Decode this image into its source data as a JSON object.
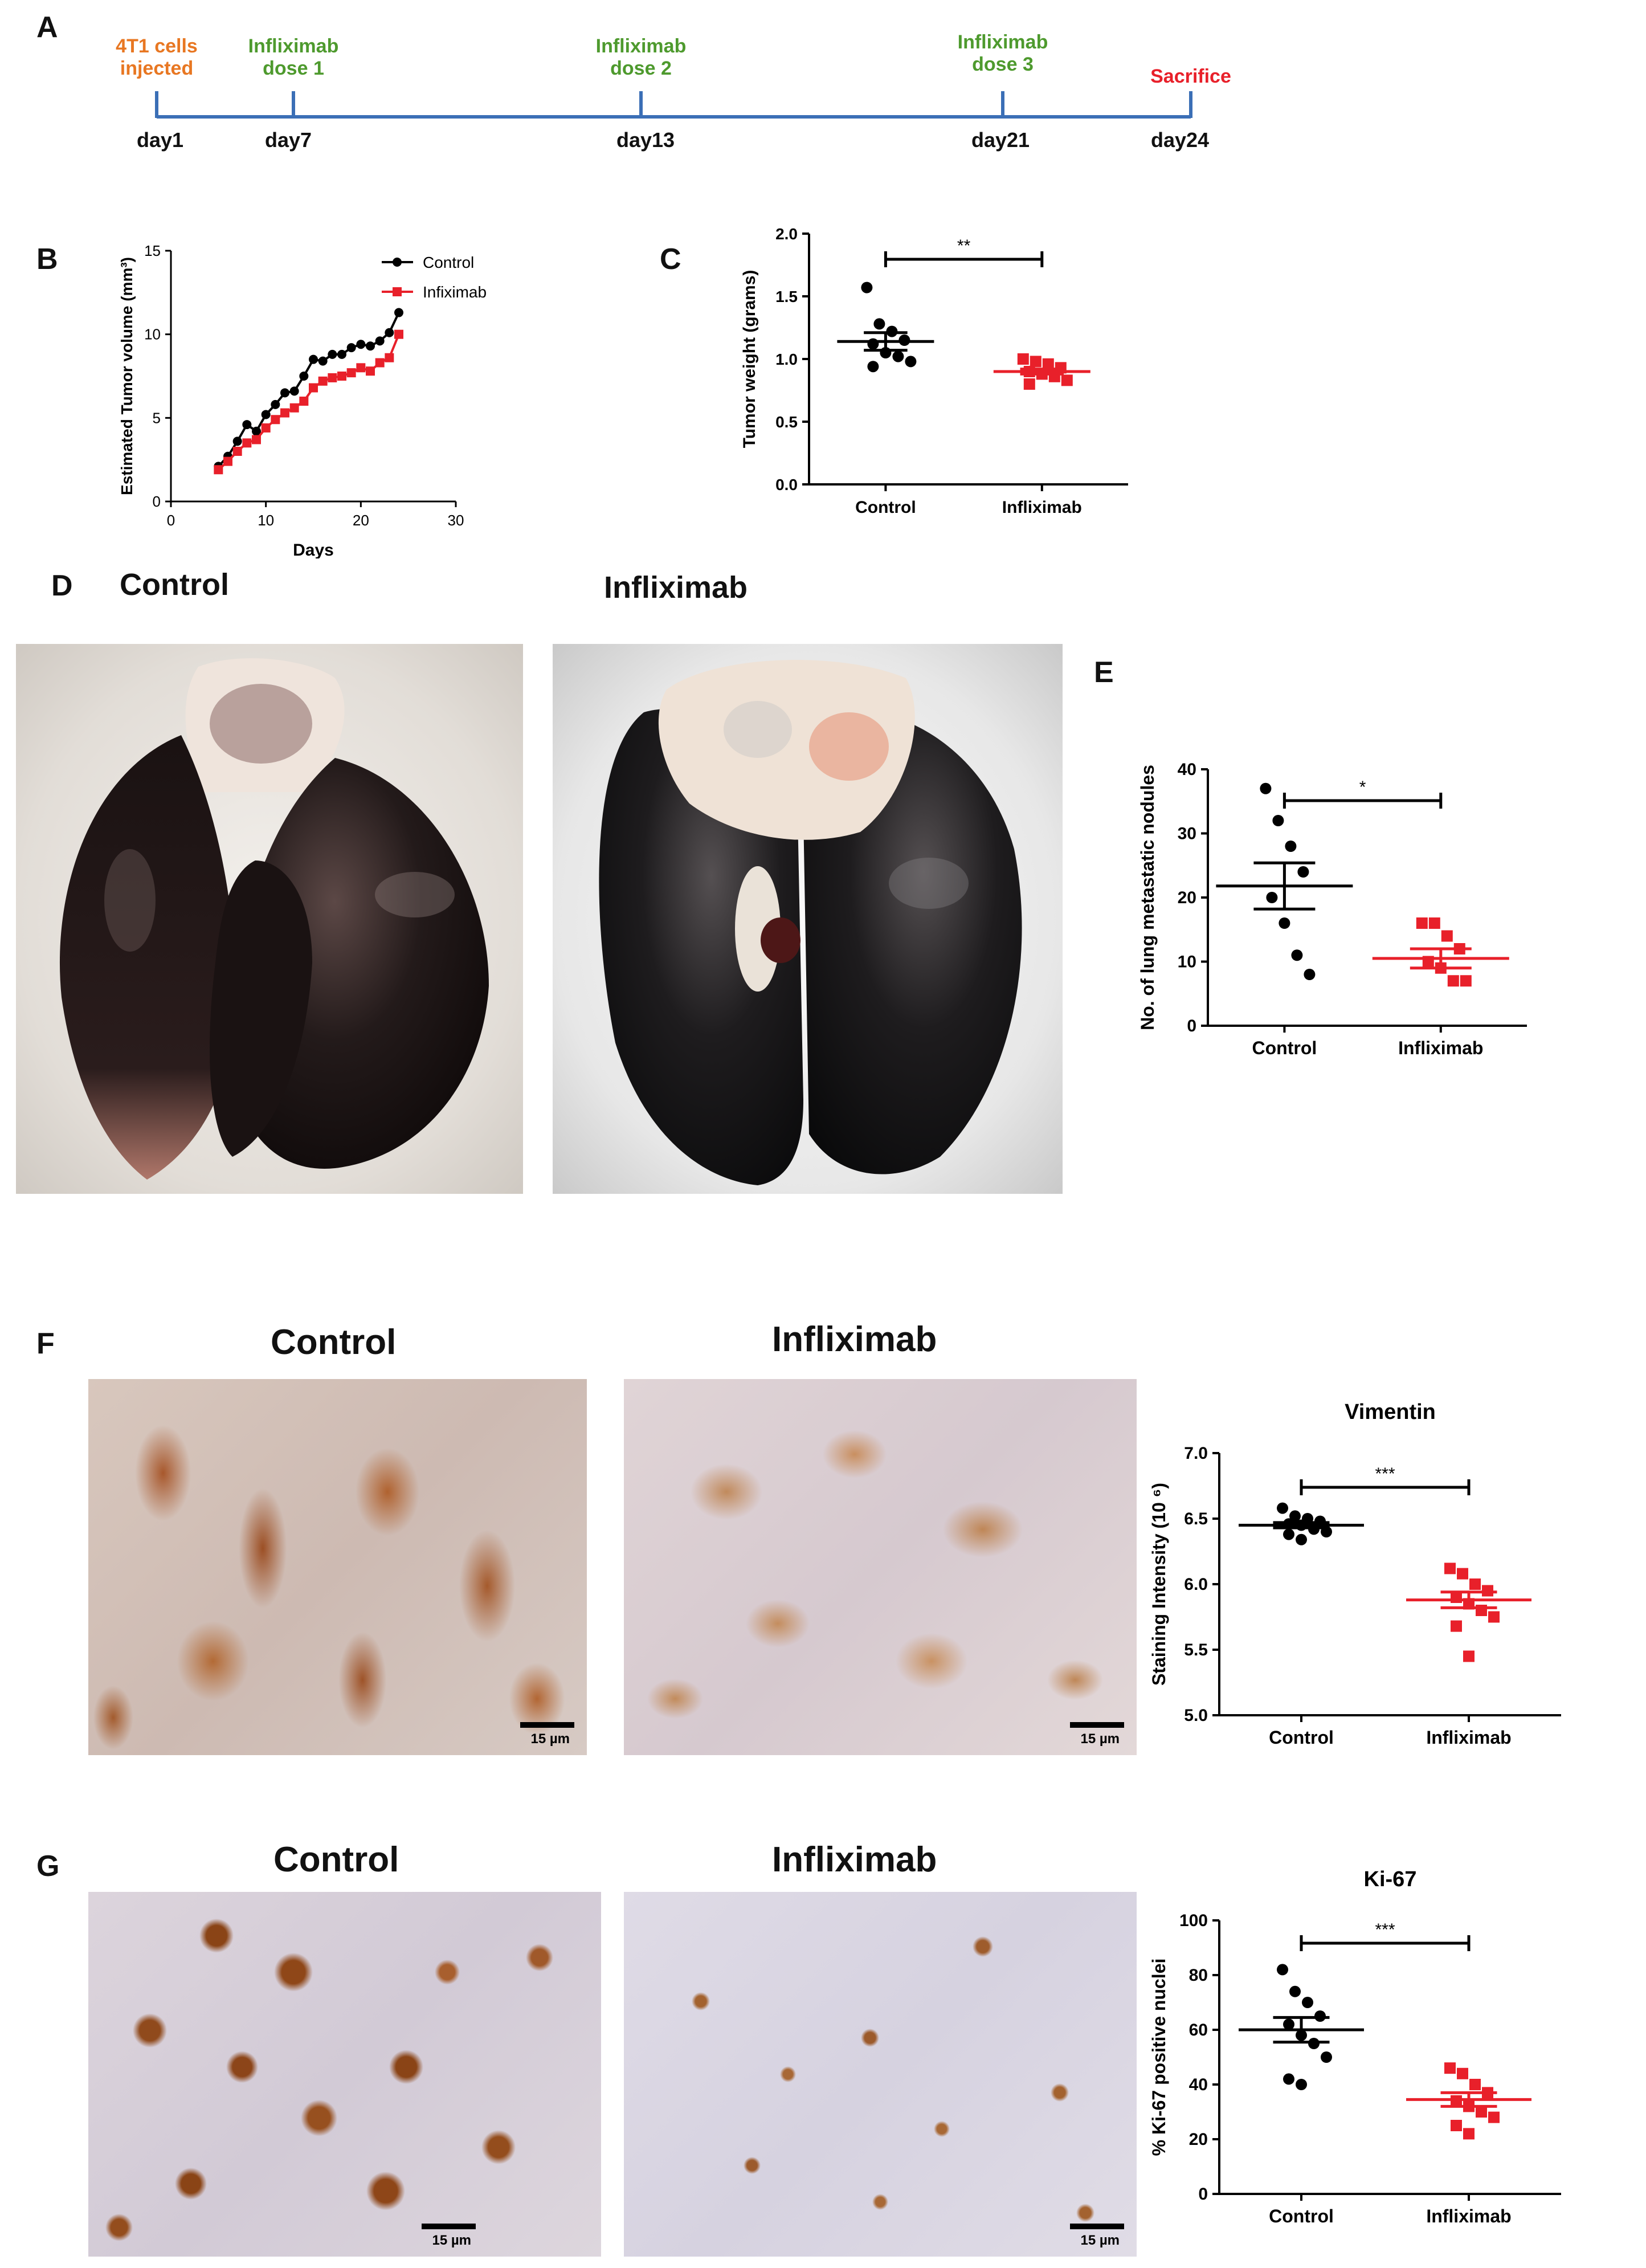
{
  "panels": {
    "a": "A",
    "b": "B",
    "c": "C",
    "d": "D",
    "e": "E",
    "f": "F",
    "g": "G"
  },
  "timeline": {
    "events": [
      {
        "label1": "4T1 cells",
        "label2": "injected",
        "day": "day1",
        "color": "#e87722"
      },
      {
        "label1": "Infliximab",
        "label2": "dose 1",
        "day": "day7",
        "color": "#4e9a2e"
      },
      {
        "label1": "Infliximab",
        "label2": "dose 2",
        "day": "day13",
        "color": "#4e9a2e"
      },
      {
        "label1": "Infliximab",
        "label2": "dose 3",
        "day": "day21",
        "color": "#4e9a2e"
      },
      {
        "label1": "Sacrifice",
        "label2": "",
        "day": "day24",
        "color": "#e8202a"
      }
    ],
    "line_color": "#3b6fb6"
  },
  "photos": {
    "d_control_title": "Control",
    "d_infliximab_title": "Infliximab",
    "f_control_title": "Control",
    "f_infliximab_title": "Infliximab",
    "g_control_title": "Control",
    "g_infliximab_title": "Infliximab",
    "scale_label": "15 µm"
  },
  "colors": {
    "control": "#000000",
    "infliximab": "#e8202a"
  },
  "chart_data": [
    {
      "id": "B",
      "type": "line",
      "xlabel": "Days",
      "ylabel": "Estimated Tumor volume (mm³)",
      "xlim": [
        0,
        30
      ],
      "ylim": [
        0,
        15
      ],
      "xticks": [
        "0",
        "10",
        "20",
        "30"
      ],
      "yticks": [
        "0",
        "5",
        "10",
        "15"
      ],
      "legend": "top-right",
      "series": [
        {
          "name": "Control",
          "x": [
            5,
            6,
            7,
            8,
            9,
            10,
            11,
            12,
            13,
            14,
            15,
            16,
            17,
            18,
            19,
            20,
            21,
            22,
            23,
            24
          ],
          "y": [
            2.1,
            2.7,
            3.6,
            4.6,
            4.2,
            5.2,
            5.8,
            6.5,
            6.6,
            7.5,
            8.5,
            8.4,
            8.8,
            8.8,
            9.2,
            9.4,
            9.3,
            9.6,
            10.1,
            11.3
          ]
        },
        {
          "name": "Infiximab",
          "x": [
            5,
            6,
            7,
            8,
            9,
            10,
            11,
            12,
            13,
            14,
            15,
            16,
            17,
            18,
            19,
            20,
            21,
            22,
            23,
            24
          ],
          "y": [
            1.9,
            2.4,
            3.0,
            3.5,
            3.7,
            4.4,
            4.9,
            5.3,
            5.6,
            6.0,
            6.8,
            7.2,
            7.4,
            7.5,
            7.7,
            8.0,
            7.8,
            8.3,
            8.6,
            10.0
          ]
        }
      ]
    },
    {
      "id": "C",
      "type": "scatter",
      "xlabel": "",
      "ylabel": "Tumor weight (grams)",
      "categories": [
        "Control",
        "Infliximab"
      ],
      "ylim": [
        0,
        2.0
      ],
      "yticks": [
        "0.0",
        "0.5",
        "1.0",
        "1.5",
        "2.0"
      ],
      "significance": "**",
      "series": [
        {
          "name": "Control",
          "values": [
            1.57,
            1.28,
            1.22,
            1.15,
            1.12,
            1.05,
            1.02,
            0.98,
            0.94
          ],
          "mean": 1.14,
          "sem": 0.07
        },
        {
          "name": "Infliximab",
          "values": [
            1.0,
            0.98,
            0.96,
            0.93,
            0.9,
            0.88,
            0.86,
            0.83,
            0.8
          ],
          "mean": 0.9,
          "sem": 0.02
        }
      ]
    },
    {
      "id": "E",
      "type": "scatter",
      "xlabel": "",
      "ylabel": "No. of lung metastatic nodules",
      "categories": [
        "Control",
        "Infliximab"
      ],
      "ylim": [
        0,
        40
      ],
      "yticks": [
        "0",
        "10",
        "20",
        "30",
        "40"
      ],
      "significance": "*",
      "series": [
        {
          "name": "Control",
          "values": [
            37,
            32,
            28,
            24,
            20,
            16,
            11,
            8
          ],
          "mean": 21.8,
          "sem": 3.6
        },
        {
          "name": "Infliximab",
          "values": [
            16,
            16,
            14,
            12,
            10,
            9,
            7,
            7
          ],
          "mean": 10.5,
          "sem": 1.5
        }
      ]
    },
    {
      "id": "F",
      "type": "scatter",
      "title": "Vimentin",
      "xlabel": "",
      "ylabel": "Staining Intensity (10 ⁶)",
      "categories": [
        "Control",
        "Infliximab"
      ],
      "ylim": [
        5.0,
        7.0
      ],
      "yticks": [
        "5.0",
        "5.5",
        "6.0",
        "6.5",
        "7.0"
      ],
      "significance": "***",
      "series": [
        {
          "name": "Control",
          "values": [
            6.58,
            6.52,
            6.5,
            6.48,
            6.46,
            6.45,
            6.42,
            6.4,
            6.38,
            6.34
          ],
          "mean": 6.45,
          "sem": 0.02
        },
        {
          "name": "Infliximab",
          "values": [
            6.12,
            6.08,
            6.0,
            5.95,
            5.9,
            5.85,
            5.8,
            5.75,
            5.68,
            5.45
          ],
          "mean": 5.88,
          "sem": 0.06
        }
      ]
    },
    {
      "id": "G",
      "type": "scatter",
      "title": "Ki-67",
      "xlabel": "",
      "ylabel": "% Ki-67 positive nuclei",
      "categories": [
        "Control",
        "Infliximab"
      ],
      "ylim": [
        0,
        100
      ],
      "yticks": [
        "0",
        "20",
        "40",
        "60",
        "80",
        "100"
      ],
      "significance": "***",
      "series": [
        {
          "name": "Control",
          "values": [
            82,
            74,
            70,
            65,
            62,
            58,
            55,
            50,
            42,
            40
          ],
          "mean": 60,
          "sem": 4.5
        },
        {
          "name": "Infliximab",
          "values": [
            46,
            44,
            40,
            37,
            34,
            32,
            30,
            28,
            25,
            22
          ],
          "mean": 34.5,
          "sem": 2.5
        }
      ]
    }
  ]
}
